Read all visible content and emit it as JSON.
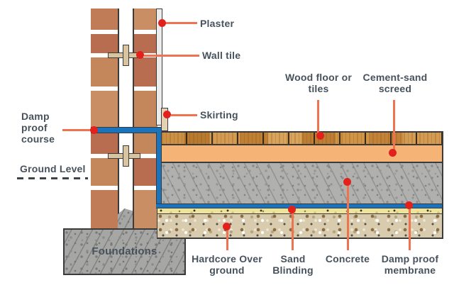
{
  "diagram": {
    "type": "construction-cross-section",
    "subject": "ground floor and cavity wall build-up",
    "labels": {
      "plaster": "Plaster",
      "wall_tile": "Wall tile",
      "skirting": "Skirting",
      "damp_proof_course": "Damp proof course",
      "ground_level": "Ground Level",
      "wood_floor": "Wood floor or tiles",
      "cement_sand_screed": "Cement-sand screed",
      "foundations": "Foundations",
      "hardcore": "Hardcore Over ground",
      "sand_blinding": "Sand Blinding",
      "concrete": "Concrete",
      "damp_proof_membrane": "Damp proof membrane"
    },
    "colors": {
      "label_text": "#47525c",
      "leader_line": "#ef7350",
      "marker_dot": "#e2211c",
      "dpc_blue": "#1a73bd",
      "brick_red": "#b96d50",
      "brick_tan": "#c98e63",
      "screed_orange": "#f5b475",
      "concrete_gray": "#b0b0ae",
      "sand_yellow": "#eee39a",
      "hardcore_tan": "#d8cbae",
      "foundation_gray": "#a6a6a4",
      "wood_brown": "#c8883c",
      "plaster_white": "#ececea",
      "outline_dark": "#3b3b3b"
    }
  }
}
